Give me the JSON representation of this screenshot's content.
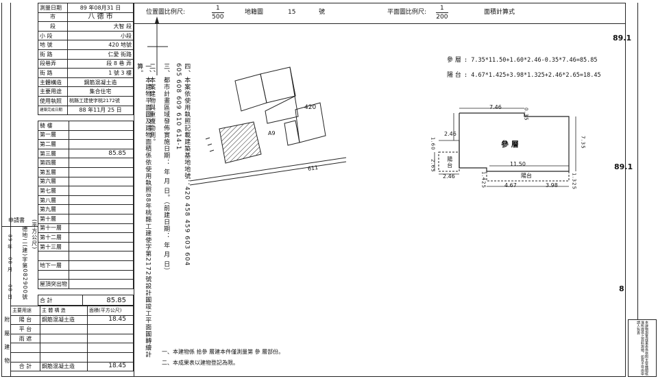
{
  "header": {
    "location_scale_label": "位置圖比例尺:",
    "location_scale_num": "1",
    "location_scale_den": "500",
    "map_sheet_label": "地籍圖",
    "map_sheet_no": "15",
    "map_sheet_suffix": "號",
    "plan_scale_label": "平面圖比例尺:",
    "plan_scale_num": "1",
    "plan_scale_den": "200",
    "area_formula_label": "面積計算式"
  },
  "info_table": {
    "survey_date_label": "測量日期",
    "survey_date": "89 年08月31 日",
    "city_label": "市",
    "city": "八 德 市",
    "section_label": "段",
    "section": "大智      段",
    "subsection_label": "小 段",
    "subsection": "小段",
    "lot_label": "地 號",
    "lot": "420      地號",
    "street_label": "街 路",
    "street": "仁愛      街路",
    "lane_label": "段巷弄",
    "lane": "段 8  巷    弄",
    "number_label": "街 路",
    "number": "1  號  3  樓",
    "structure_label": "主體構造",
    "structure": "鋼筋混凝土造",
    "use_label": "主要用途",
    "use": "集合住宅",
    "permit_label": "使用執照",
    "permit": "桃縣工建使字桃2172號",
    "completion_label": "建築完成日期",
    "completion": "88 年11月 25 日",
    "floors": [
      {
        "name": "騎 樓",
        "area": ""
      },
      {
        "name": "第一層",
        "area": ""
      },
      {
        "name": "第二層",
        "area": ""
      },
      {
        "name": "第三層",
        "area": "85.85"
      },
      {
        "name": "第四層",
        "area": ""
      },
      {
        "name": "第五層",
        "area": ""
      },
      {
        "name": "第六層",
        "area": ""
      },
      {
        "name": "第七層",
        "area": ""
      },
      {
        "name": "第八層",
        "area": ""
      },
      {
        "name": "第九層",
        "area": ""
      },
      {
        "name": "第十層",
        "area": ""
      },
      {
        "name": "第十一層",
        "area": ""
      },
      {
        "name": "第十二層",
        "area": ""
      },
      {
        "name": "第十三層",
        "area": ""
      },
      {
        "name": "",
        "area": ""
      },
      {
        "name": "地下一層",
        "area": ""
      },
      {
        "name": "",
        "area": ""
      },
      {
        "name": "屋頂突出物",
        "area": ""
      }
    ],
    "total_label": "合 計",
    "total": "85.85",
    "area_unit_label": "(平方公尺)",
    "building_area_label": "建物面積"
  },
  "applicant": {
    "title": "申請書",
    "year": "89 年",
    "month": "08 月",
    "day": "08 日",
    "doc_no": "德地二(建)字第082900號"
  },
  "accessory": {
    "header_use": "主要用途",
    "header_structure": "主 體 構 造",
    "header_area": "面積(平方公尺)",
    "side_label": "附屬建物",
    "rows": [
      {
        "use": "陽 台",
        "structure": "鋼筋混凝土造",
        "area": "18.45"
      },
      {
        "use": "平 台",
        "structure": "",
        "area": ""
      },
      {
        "use": "雨 遮",
        "structure": "",
        "area": ""
      },
      {
        "use": "",
        "structure": "",
        "area": ""
      },
      {
        "use": "",
        "structure": "",
        "area": ""
      }
    ],
    "total_label": "合 計",
    "total_structure": "鋼筋混凝土造",
    "total_area": "18.45"
  },
  "notes_vertical": [
    "一、本建物平面圖及建物面積係依使用執照88年桃縣工建使字第2172號設計圖竣工平面圖轉繪計算。",
    "二、本案建物與重複勘測。",
    "三、都市計畫區域發佈實施日期：  年  月  日。（前建日期：  年  月  日）",
    "四、本案依使用執照記載建築基地地號：420 458 459 603 604 605 608 609 610 614-1"
  ],
  "site_map": {
    "lot_420": "420",
    "lot_a9": "A9",
    "lot_611": "611"
  },
  "formulas": {
    "floor_label": "參    層",
    "floor": ": 7.35*11.50+1.60*2.46-0.35*7.46=85.85",
    "balcony_label": "陽    台",
    "balcony": ": 4.67*1.425+3.98*1.325+2.46*2.65=18.45"
  },
  "floor_plan": {
    "title": "參   層",
    "balcony_left": "陽台",
    "balcony_bottom": "陽台",
    "dim_top": "7.46",
    "dim_035": "0.35",
    "dim_246_top": "2.46",
    "dim_160": "1.60",
    "dim_735": "7.35",
    "dim_1150": "11.50",
    "dim_265": "2.65",
    "dim_246_bot": "2.46",
    "dim_1425": "1.425",
    "dim_467": "4.67",
    "dim_398": "3.98",
    "dim_1325": "1.325"
  },
  "margin_numbers": {
    "top": "89.1",
    "middle": "89.1",
    "bottom": "8"
  },
  "footer_notes": {
    "note1": "一、本建物係  拾參  層建本件僅測量第    參    層部份。",
    "note2": "二、本成果表以建物登記為限。"
  },
  "stamp": {
    "text": "本建物測量成果表係依照主管機關核准所提供之資料測繪，如有不符由申請人負責"
  }
}
